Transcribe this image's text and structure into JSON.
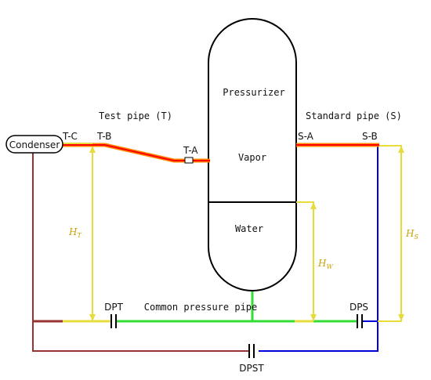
{
  "labels": {
    "pressurizer": "Pressurizer",
    "vapor": "Vapor",
    "water": "Water",
    "test_pipe": "Test pipe (T)",
    "standard_pipe": "Standard pipe (S)",
    "condenser": "Condenser",
    "t_c": "T-C",
    "t_b": "T-B",
    "t_a": "T-A",
    "s_a": "S-A",
    "s_b": "S-B",
    "common_pressure_pipe": "Common pressure pipe",
    "dpt": "DPT",
    "dps": "DPS",
    "dpst": "DPST",
    "h_t": "H",
    "h_t_sub": "T",
    "h_w": "H",
    "h_w_sub": "W",
    "h_s": "H",
    "h_s_sub": "S"
  },
  "colors": {
    "pipe_red": "#ff0000",
    "pipe_orange": "#ff8800",
    "level_yellow": "#e6dc3c",
    "common_green": "#33dd33",
    "line_blue": "#0000dd",
    "line_darkred": "#993333",
    "outline": "#000000",
    "height_label": "#c8a000"
  }
}
